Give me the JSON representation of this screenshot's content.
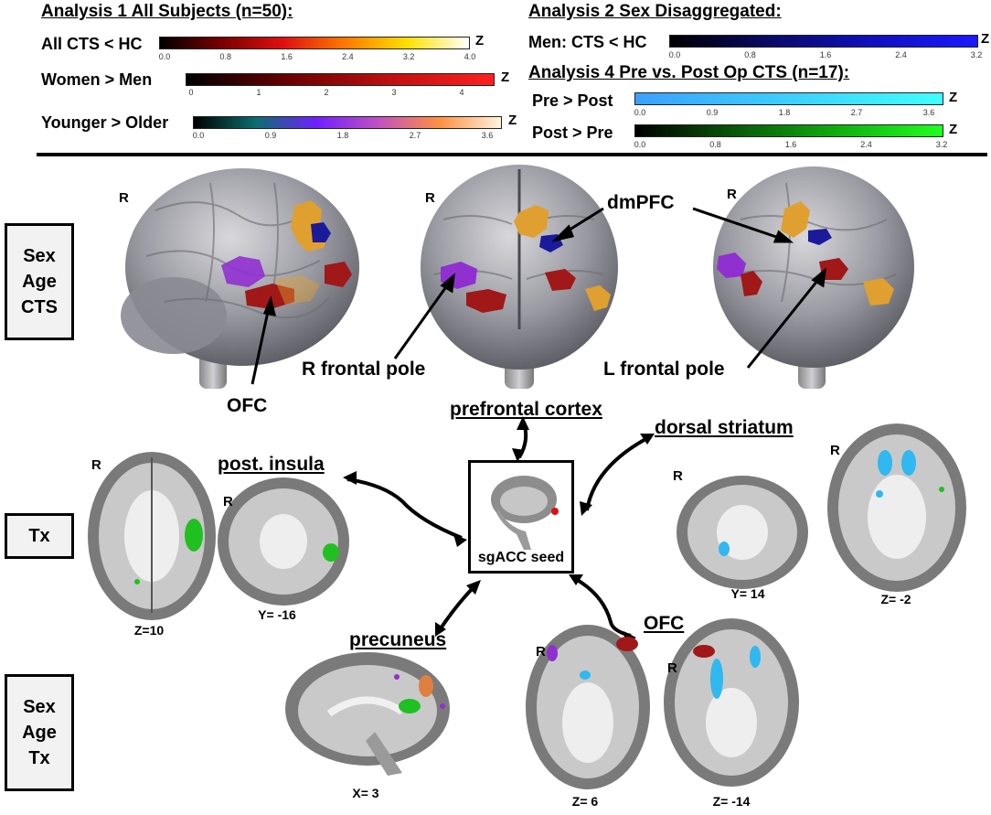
{
  "legend": {
    "analysis1": {
      "title": "Analysis 1 All Subjects (n=50):",
      "rows": [
        {
          "label": "All CTS < HC",
          "ticks": [
            "0.0",
            "0.8",
            "1.6",
            "2.4",
            "3.2",
            "4.0"
          ],
          "z": "Z"
        },
        {
          "label": "Women > Men",
          "ticks": [
            "0",
            "1",
            "2",
            "3",
            "4"
          ],
          "z": "Z"
        },
        {
          "label": "Younger > Older",
          "ticks": [
            "0.0",
            "0.9",
            "1.8",
            "2.7",
            "3.6"
          ],
          "z": "Z"
        }
      ]
    },
    "analysis2": {
      "title": "Analysis 2 Sex Disaggregated:",
      "rows": [
        {
          "label": "Men: CTS < HC",
          "ticks": [
            "0.0",
            "0.8",
            "1.6",
            "2.4",
            "3.2"
          ],
          "z": "Z"
        }
      ]
    },
    "analysis4": {
      "title": "Analysis 4 Pre vs. Post Op CTS (n=17):",
      "rows": [
        {
          "label": "Pre > Post",
          "ticks": [
            "0.0",
            "0.9",
            "1.8",
            "2.7",
            "3.6"
          ],
          "z": "Z"
        },
        {
          "label": "Post > Pre",
          "ticks": [
            "0.0",
            "0.8",
            "1.6",
            "2.4",
            "3.2"
          ],
          "z": "Z"
        }
      ]
    }
  },
  "colormaps": {
    "hot": "#000000,#7a0000,#e01010,#ff7a00,#ffe000,#ffffff",
    "red": "#000000,#6a0000,#c01010,#ff2020",
    "plasma": "#000000,#0a6e6e,#7020ff,#c050c0,#ff9040,#fff4e0",
    "blue": "#000000,#0a0a6a,#1010c0,#1a1aff",
    "cyan": "#3aa0ff,#40ffff",
    "green": "#000000,#0a5a0a,#10b010,#20ff20"
  },
  "rows": {
    "top": [
      "Sex",
      "Age",
      "CTS"
    ],
    "middle": [
      "Tx"
    ],
    "bottom": [
      "Sex",
      "Age",
      "Tx"
    ]
  },
  "callouts": {
    "dmpfc": "dmPFC",
    "r_frontal_pole": "R frontal pole",
    "l_frontal_pole": "L frontal pole",
    "ofc": "OFC",
    "r": "R"
  },
  "network": {
    "prefrontal": "prefrontal cortex",
    "dorsal_striatum": "dorsal striatum",
    "post_insula": "post. insula",
    "precuneus": "precuneus",
    "ofc": "OFC",
    "seed": "sgACC seed"
  },
  "coords": {
    "insula_axial": "Z=10",
    "insula_coronal": "Y= -16",
    "striatum_coronal": "Y= 14",
    "striatum_axial": "Z= -2",
    "precuneus_sag": "X= 3",
    "ofc_axial1": "Z= 6",
    "ofc_axial2": "Z= -14"
  },
  "blob_colors": {
    "orange": "#e0a030",
    "navy": "#1a1a9a",
    "purple": "#9030d0",
    "darkred": "#a01818",
    "cyan": "#30b8f0",
    "green": "#20c020"
  }
}
